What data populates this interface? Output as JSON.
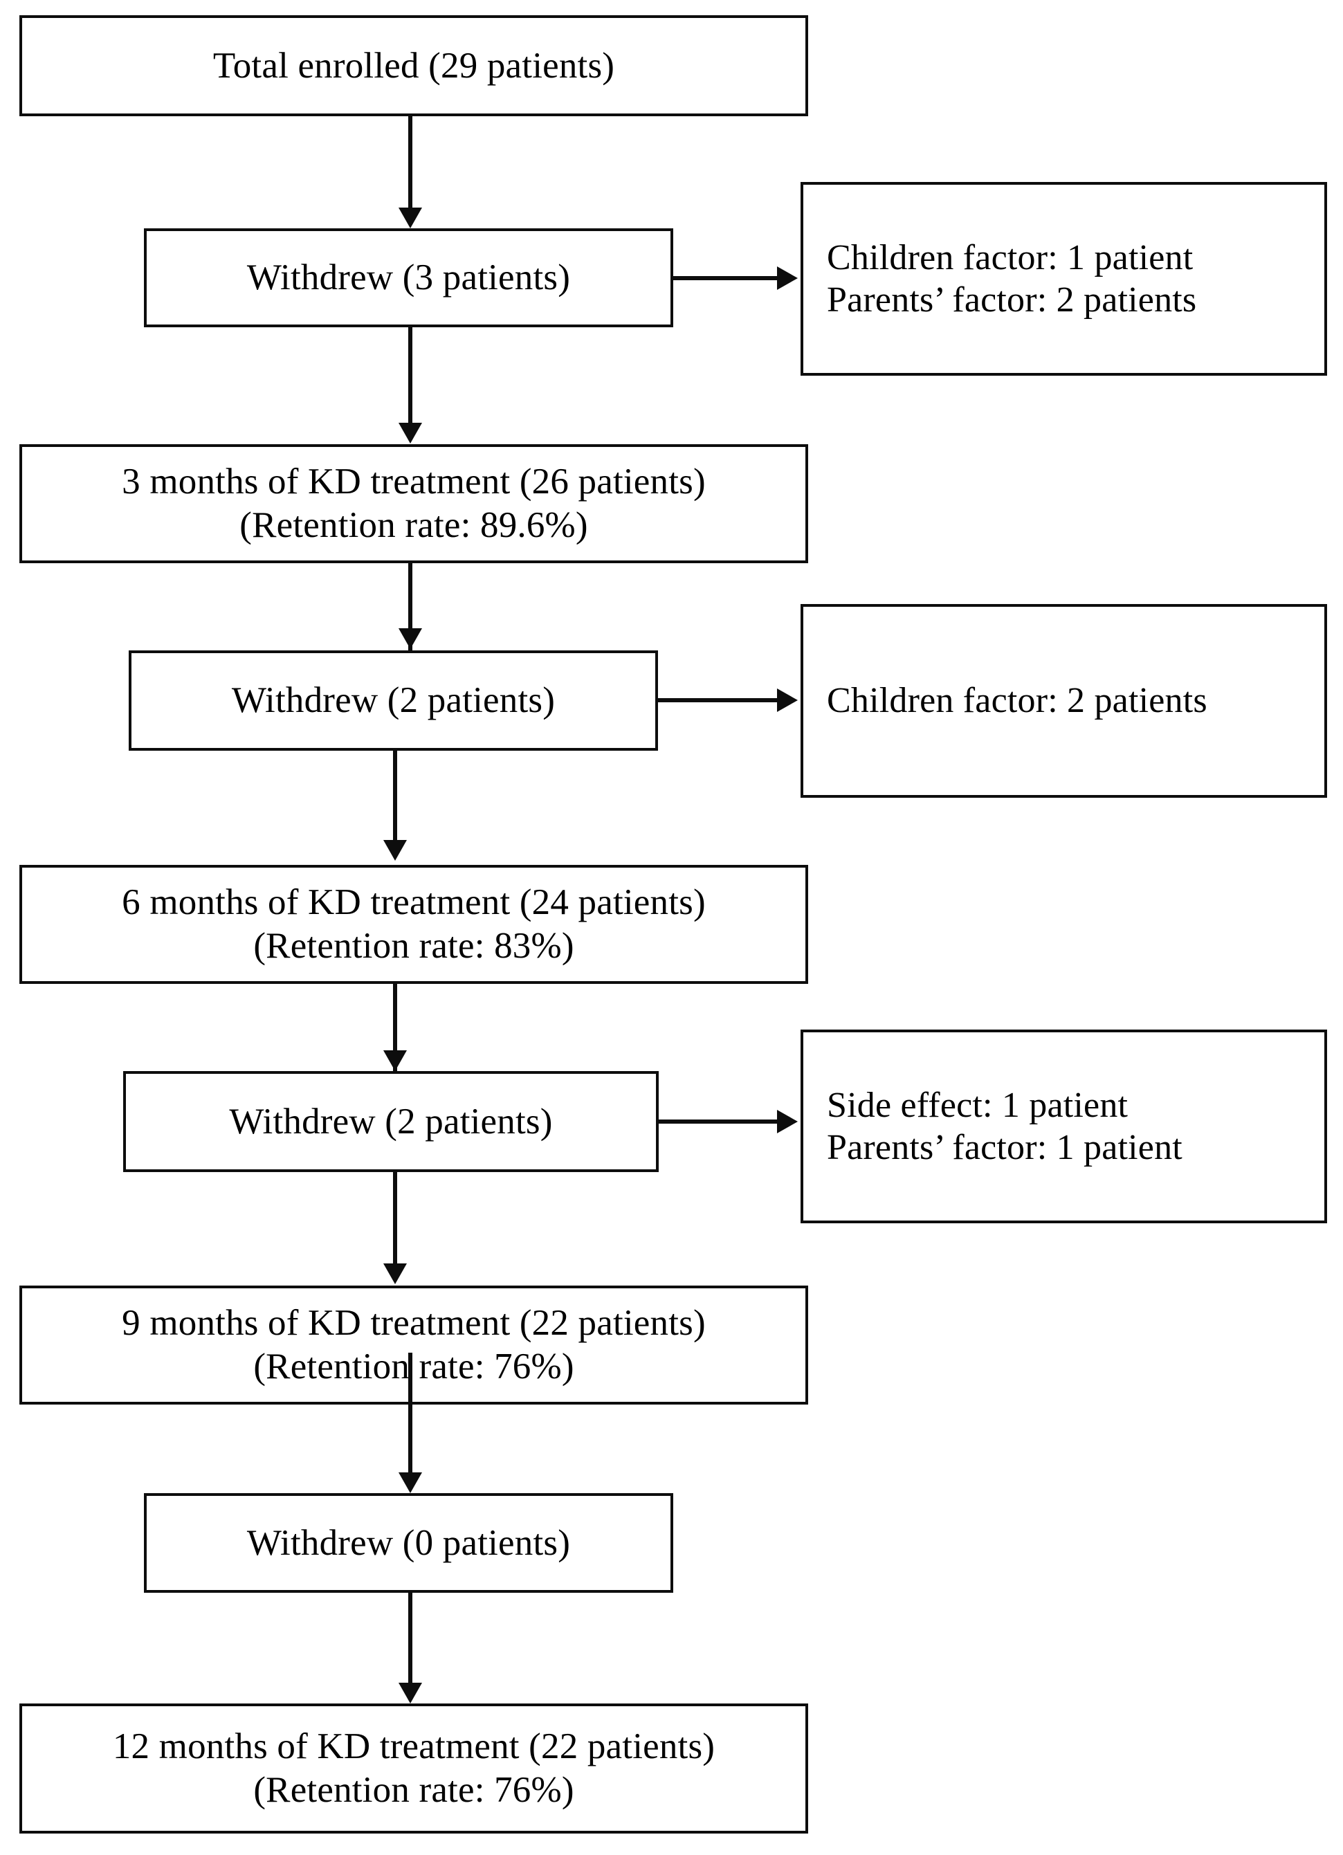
{
  "diagram": {
    "title": "Patient retention flow for ketogenic diet (KD) treatment",
    "type": "flowchart",
    "orientation": "top-to-bottom",
    "colors": {
      "box_border": "#0d0d0d",
      "background": "#ffffff",
      "text": "#000000",
      "connector": "#0d0d0d"
    }
  },
  "nodes": {
    "enrolled": {
      "line1": "Total enrolled (29 patients)"
    },
    "withdrew_1": {
      "line1": "Withdrew (3 patients)"
    },
    "reasons_1": {
      "line1": "Children factor: 1 patient",
      "line2": "Parents’ factor: 2 patients"
    },
    "stage_3mo": {
      "line1": "3 months of KD treatment (26 patients)",
      "line2": "(Retention rate: 89.6%)"
    },
    "withdrew_2": {
      "line1": "Withdrew (2 patients)"
    },
    "reasons_2": {
      "line1": "Children factor: 2 patients"
    },
    "stage_6mo": {
      "line1": "6 months of KD treatment (24 patients)",
      "line2": "(Retention rate: 83%)"
    },
    "withdrew_3": {
      "line1": "Withdrew (2 patients)"
    },
    "reasons_3": {
      "line1": "Side effect: 1 patient",
      "line2": "Parents’ factor: 1 patient"
    },
    "stage_9mo": {
      "line1": "9 months of KD treatment (22 patients)",
      "line2": "(Retention rate: 76%)"
    },
    "withdrew_4": {
      "line1": "Withdrew (0 patients)"
    },
    "stage_12mo": {
      "line1": "12 months of KD treatment (22 patients)",
      "line2": "(Retention rate: 76%)"
    }
  },
  "flow_data": {
    "total_enrolled": 29,
    "timepoints": [
      {
        "month": 3,
        "patients": 26,
        "retention_rate": "89.6%"
      },
      {
        "month": 6,
        "patients": 24,
        "retention_rate": "83%"
      },
      {
        "month": 9,
        "patients": 22,
        "retention_rate": "76%"
      },
      {
        "month": 12,
        "patients": 22,
        "retention_rate": "76%"
      }
    ],
    "withdrawals": [
      {
        "after_stage": "enrollment",
        "count": 3,
        "reasons": [
          {
            "label": "Children factor",
            "count": 1
          },
          {
            "label": "Parents’ factor",
            "count": 2
          }
        ]
      },
      {
        "after_stage": "3 months",
        "count": 2,
        "reasons": [
          {
            "label": "Children factor",
            "count": 2
          }
        ]
      },
      {
        "after_stage": "6 months",
        "count": 2,
        "reasons": [
          {
            "label": "Side effect",
            "count": 1
          },
          {
            "label": "Parents’ factor",
            "count": 1
          }
        ]
      },
      {
        "after_stage": "9 months",
        "count": 0,
        "reasons": []
      }
    ]
  }
}
